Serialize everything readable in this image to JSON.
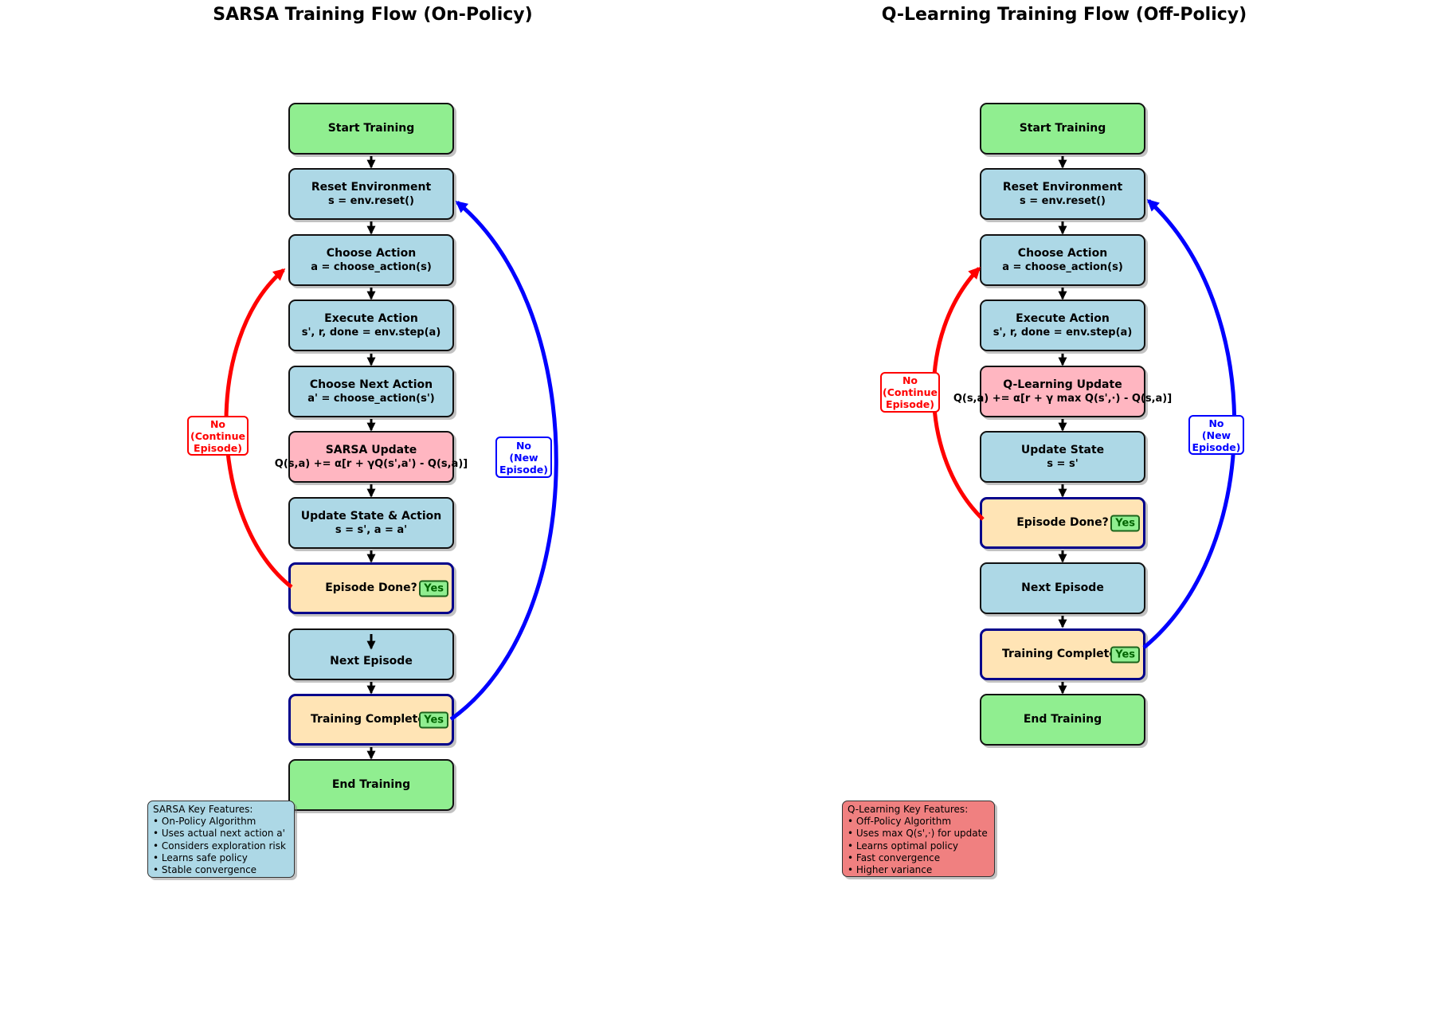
{
  "colors": {
    "box-green": "#90EE90",
    "box-blue": "#ADD8E6",
    "box-pink": "#FFB6C1",
    "box-orange": "#FFE4B5",
    "decision-border": "#00008B",
    "badge-bg": "#90EE90",
    "badge-border": "#1c641c",
    "badge-text": "#006400",
    "arrow-black": "#000000",
    "arrow-red": "#FF0000",
    "arrow-blue": "#0000FF",
    "features-blue": "#ADD8E6",
    "features-coral": "#F08080",
    "label-bg": "#FFFFFF"
  },
  "left": {
    "title": "SARSA Training Flow (On-Policy)",
    "boxes": [
      {
        "line1": "Start Training"
      },
      {
        "line1": "Reset Environment",
        "line2": "s = env.reset()"
      },
      {
        "line1": "Choose Action",
        "line2": "a = choose_action(s)"
      },
      {
        "line1": "Execute Action",
        "line2": "s', r, done = env.step(a)"
      },
      {
        "line1": "Choose Next Action",
        "line2": "a' = choose_action(s')"
      },
      {
        "line1": "SARSA Update",
        "line2": "Q(s,a) += α[r + γQ(s',a') - Q(s,a)]"
      },
      {
        "line1": "Update State & Action",
        "line2": "s = s', a = a'"
      },
      {
        "line1": "Episode Done?",
        "badge": "Yes"
      },
      {
        "line1": "Next Episode"
      },
      {
        "line1": "Training Complete?",
        "badge": "Yes"
      },
      {
        "line1": "End Training"
      }
    ],
    "loop_label": {
      "l1": "No",
      "l2": "(Continue",
      "l3": "Episode)"
    },
    "restart_label": {
      "l1": "No",
      "l2": "(New",
      "l3": "Episode)"
    },
    "features": {
      "title": "SARSA Key Features:",
      "items": [
        "• On-Policy Algorithm",
        "• Uses actual next action a'",
        "• Considers exploration risk",
        "• Learns safe policy",
        "• Stable convergence"
      ]
    }
  },
  "right": {
    "title": "Q-Learning Training Flow (Off-Policy)",
    "boxes": [
      {
        "line1": "Start Training"
      },
      {
        "line1": "Reset Environment",
        "line2": "s = env.reset()"
      },
      {
        "line1": "Choose Action",
        "line2": "a = choose_action(s)"
      },
      {
        "line1": "Execute Action",
        "line2": "s', r, done = env.step(a)"
      },
      {
        "line1": "Q-Learning Update",
        "line2": "Q(s,a) += α[r + γ max Q(s',·) - Q(s,a)]"
      },
      {
        "line1": "Update State",
        "line2": "s = s'"
      },
      {
        "line1": "Episode Done?",
        "badge": "Yes"
      },
      {
        "line1": "Next Episode"
      },
      {
        "line1": "Training Complete?",
        "badge": "Yes"
      },
      {
        "line1": "End Training"
      }
    ],
    "loop_label": {
      "l1": "No",
      "l2": "(Continue",
      "l3": "Episode)"
    },
    "restart_label": {
      "l1": "No",
      "l2": "(New",
      "l3": "Episode)"
    },
    "features": {
      "title": "Q-Learning Key Features:",
      "items": [
        "• Off-Policy Algorithm",
        "• Uses max Q(s',·) for update",
        "• Learns optimal policy",
        "• Fast convergence",
        "• Higher variance"
      ]
    }
  }
}
